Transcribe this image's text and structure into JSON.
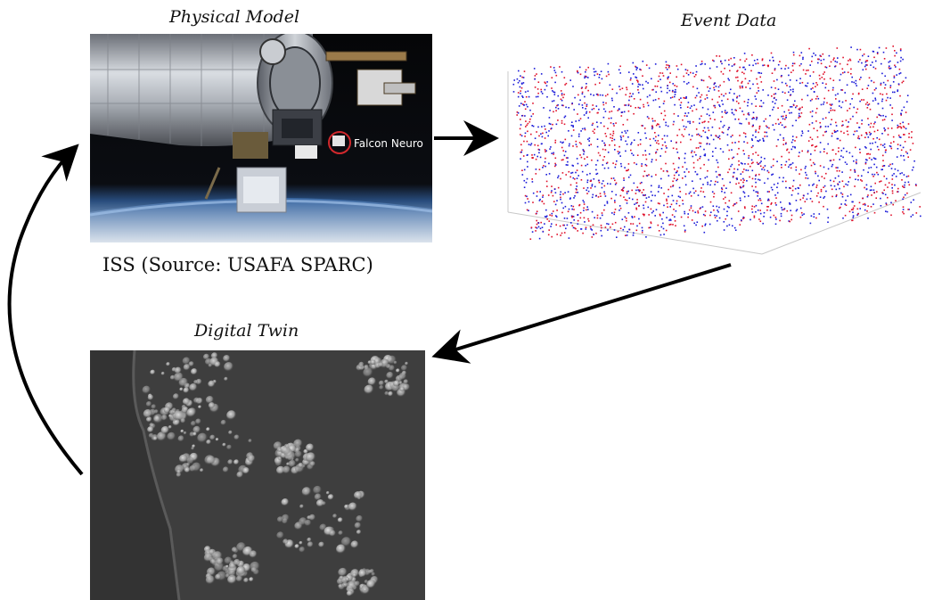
{
  "physical_model": {
    "title": "Physical Model",
    "callout_label": "Falcon Neuro",
    "caption": "ISS (Source: USAFA SPARC)"
  },
  "event_data": {
    "title": "Event Data",
    "colors": {
      "positive": "#e0102a",
      "negative": "#1a1ad8"
    }
  },
  "digital_twin": {
    "title": "Digital Twin"
  },
  "arrows": [
    "physical-to-event",
    "event-to-twin",
    "twin-to-physical"
  ]
}
